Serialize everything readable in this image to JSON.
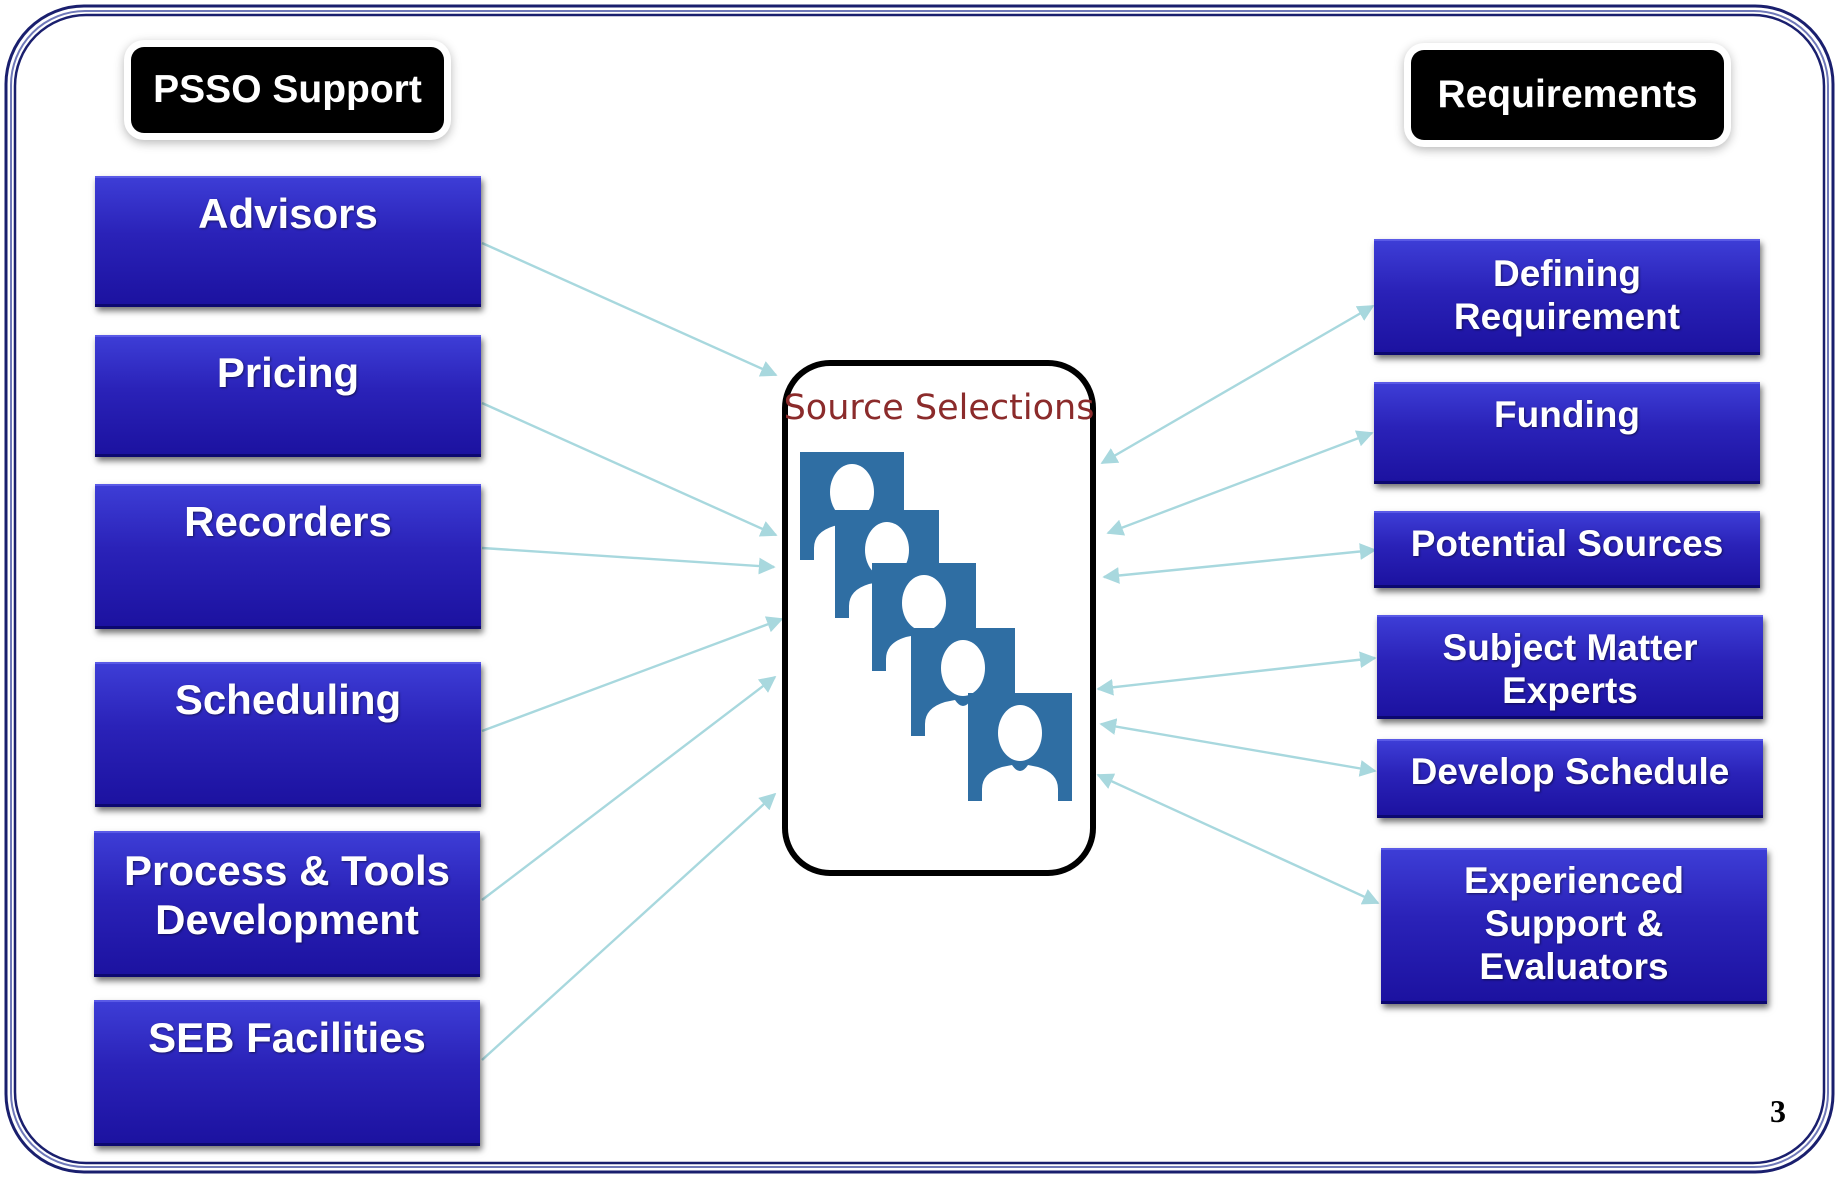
{
  "colors": {
    "box_blue": "#2a22b8",
    "frame_navy": "#1a1f6e",
    "arrow": "#a8d8de",
    "panel_title": "#8b2b2b",
    "person_tile": "#2f6ea3"
  },
  "headers": {
    "left": "PSSO Support",
    "right": "Requirements"
  },
  "left_boxes": [
    {
      "lines": [
        "Advisors"
      ]
    },
    {
      "lines": [
        "Pricing"
      ]
    },
    {
      "lines": [
        "Recorders"
      ]
    },
    {
      "lines": [
        "Scheduling"
      ]
    },
    {
      "lines": [
        "Process & Tools",
        "Development"
      ]
    },
    {
      "lines": [
        "SEB Facilities"
      ]
    }
  ],
  "right_boxes": [
    {
      "lines": [
        "Defining",
        "Requirement"
      ]
    },
    {
      "lines": [
        "Funding"
      ]
    },
    {
      "lines": [
        "Potential Sources"
      ]
    },
    {
      "lines": [
        "Subject Matter",
        "Experts"
      ]
    },
    {
      "lines": [
        "Develop Schedule"
      ]
    },
    {
      "lines": [
        "Experienced",
        "Support &",
        "Evaluators"
      ]
    }
  ],
  "center": {
    "title": "Source Selections",
    "people_icon": "person-icon"
  },
  "page_number": "3"
}
